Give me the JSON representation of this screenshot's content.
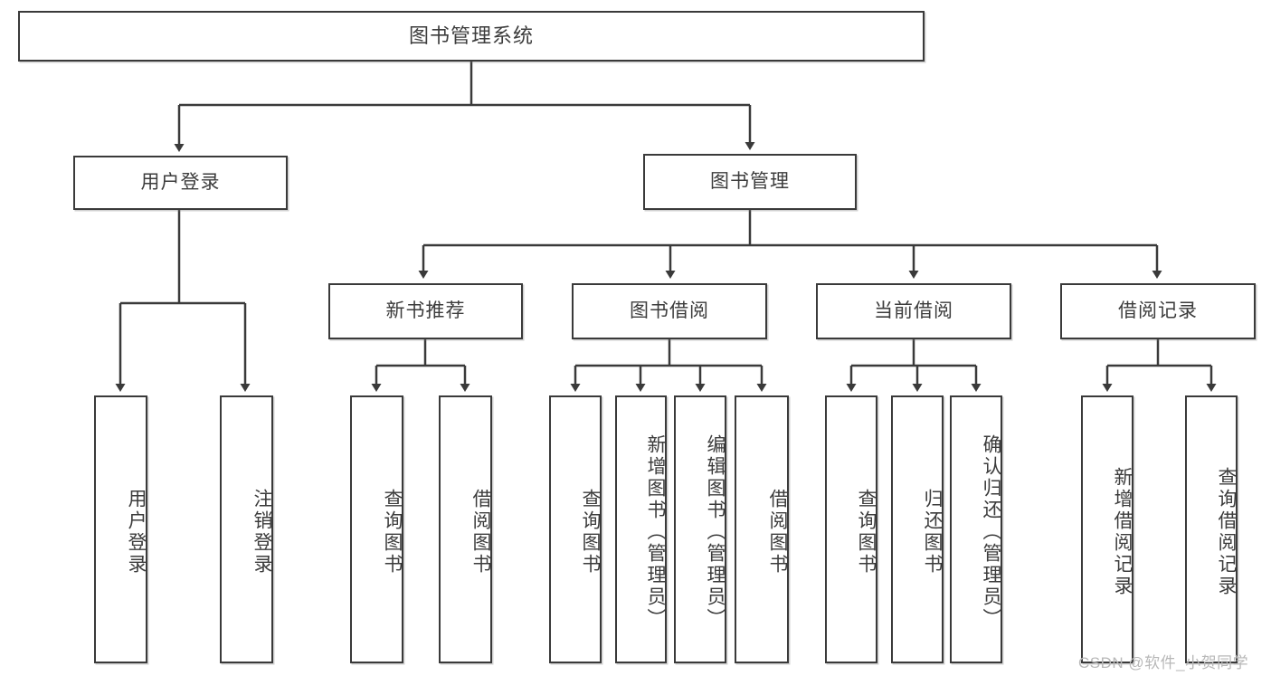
{
  "diagram": {
    "type": "tree-hierarchy",
    "title": "图书管理系统",
    "watermark": "CSDN @软件_小贺同学",
    "colors": {
      "stroke": "#3a3a3a",
      "fill": "#ffffff",
      "text": "#3c3c3c",
      "watermark": "#b8b8b8"
    },
    "nodes": {
      "root": {
        "label": "图书管理系统"
      },
      "level2": [
        {
          "label": "用户登录"
        },
        {
          "label": "图书管理"
        }
      ],
      "level3": [
        {
          "label": "新书推荐"
        },
        {
          "label": "图书借阅"
        },
        {
          "label": "当前借阅"
        },
        {
          "label": "借阅记录"
        }
      ],
      "leaves": [
        {
          "label": "用户登录"
        },
        {
          "label": "注销登录"
        },
        {
          "label": "查询图书"
        },
        {
          "label": "借阅图书"
        },
        {
          "label": "查询图书"
        },
        {
          "label": "新增图书（管理员）"
        },
        {
          "label": "编辑图书（管理员）"
        },
        {
          "label": "借阅图书"
        },
        {
          "label": "查询图书"
        },
        {
          "label": "归还图书"
        },
        {
          "label": "确认归还（管理员）"
        },
        {
          "label": "新增借阅记录"
        },
        {
          "label": "查询借阅记录"
        }
      ]
    }
  }
}
